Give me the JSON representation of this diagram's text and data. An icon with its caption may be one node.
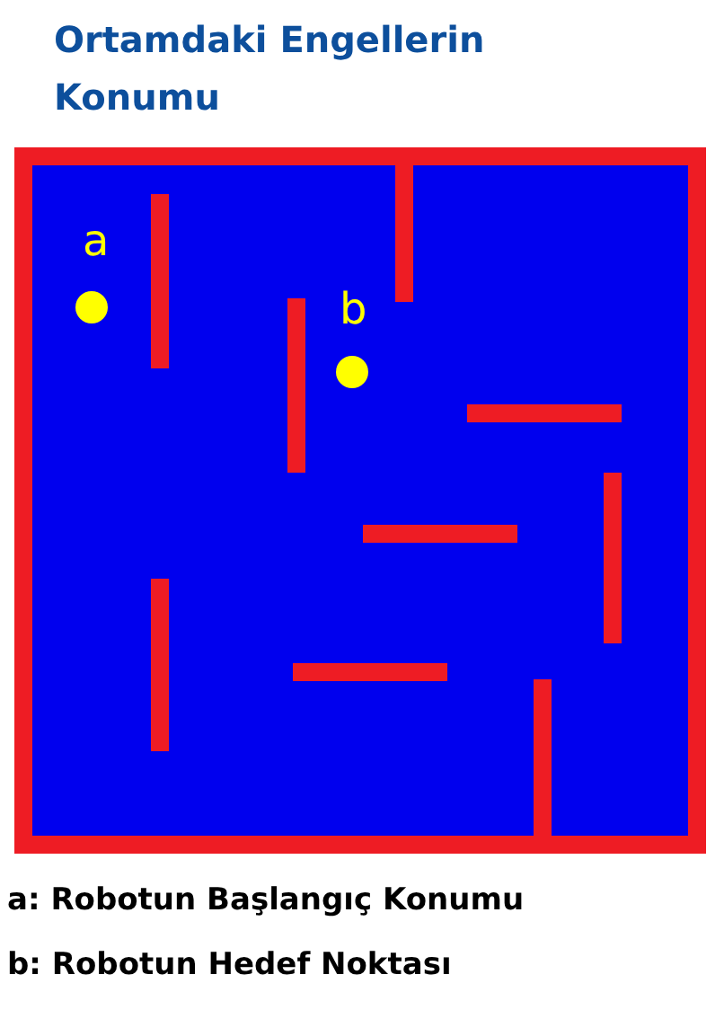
{
  "diagram": {
    "title": "Ortamdaki Engellerin Konumu",
    "labels": [
      "a",
      "b",
      "a: Robotun Başlangıç Konumu",
      "b: Robotun Hedef Noktası"
    ]
  }
}
